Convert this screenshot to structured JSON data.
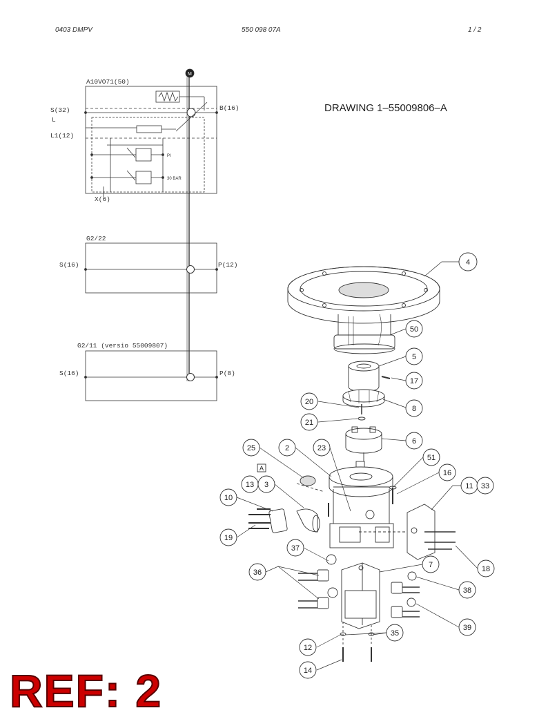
{
  "header": {
    "left": "0403 DMPV",
    "center": "550 098 07A",
    "right": "1 /  2"
  },
  "drawing_title": "DRAWING 1–55009806–A",
  "ref_label": "REF: 2",
  "schematic": {
    "block1": {
      "title": "A10VO71(50)",
      "port_s": "S(32)",
      "port_l": "L",
      "port_l1": "L1(12)",
      "port_b": "B(16)",
      "port_x": "X(6)",
      "valve_pi": "PI",
      "valve_30bar": "30 BAR"
    },
    "block2": {
      "title": "G2/22",
      "port_s": "S(16)",
      "port_p": "P(12)"
    },
    "block3": {
      "title": "G2/11 (versio 55009807)",
      "port_s": "S(16)",
      "port_p": "P(8)"
    }
  },
  "callouts": {
    "c4": "4",
    "c50": "50",
    "c5": "5",
    "c17": "17",
    "c8": "8",
    "c20": "20",
    "c21": "21",
    "c6": "6",
    "c25": "25",
    "c2": "2",
    "c23": "23",
    "c51": "51",
    "c16": "16",
    "c11": "11",
    "c33": "33",
    "c13": "13",
    "c3": "3",
    "c10": "10",
    "c19": "19",
    "c37": "37",
    "c36": "36",
    "c7": "7",
    "c18": "18",
    "c38": "38",
    "c39": "39",
    "c35": "35",
    "c12": "12",
    "c14": "14"
  },
  "view_marker": "A"
}
